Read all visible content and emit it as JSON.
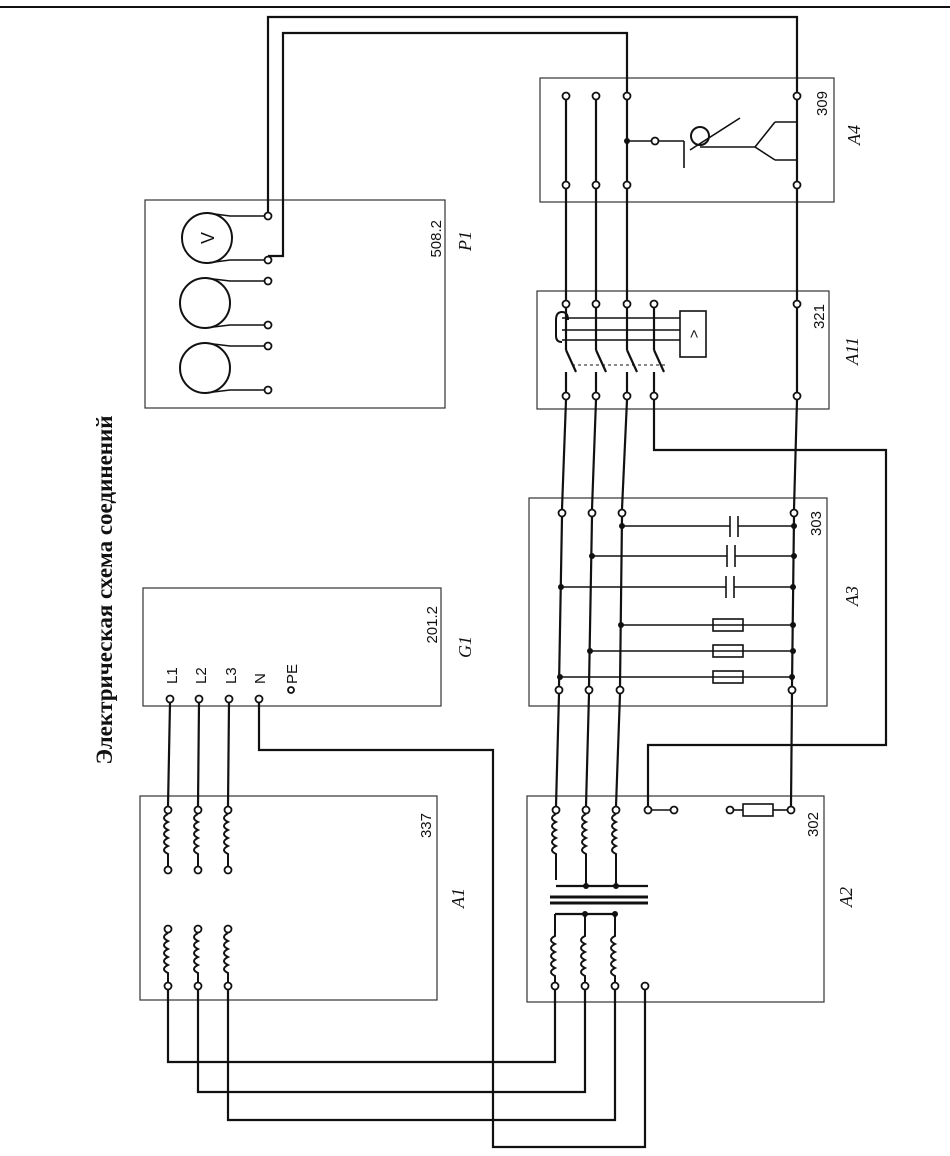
{
  "title": "Электрическая схема соединений",
  "blocks": {
    "g1": {
      "number": "201.2",
      "designation": "G1",
      "terminals": [
        "L1",
        "L2",
        "L3",
        "N",
        "PE"
      ]
    },
    "a1": {
      "number": "337",
      "designation": "A1"
    },
    "a2": {
      "number": "302",
      "designation": "A2"
    },
    "a3": {
      "number": "303",
      "designation": "A3"
    },
    "a11": {
      "number": "321",
      "designation": "A11",
      "relay_symbol": ">"
    },
    "a4": {
      "number": "309",
      "designation": "A4"
    },
    "p1": {
      "number": "508.2",
      "designation": "P1",
      "meter_symbol": "V"
    }
  }
}
